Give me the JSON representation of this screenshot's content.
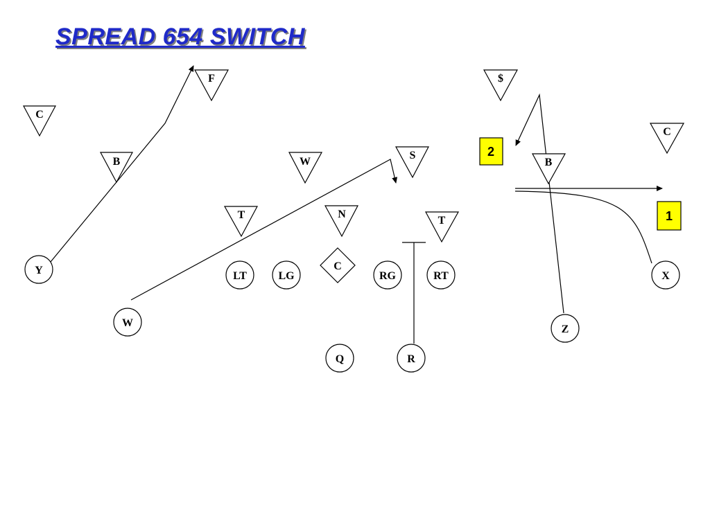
{
  "title": "SPREAD 654 SWITCH",
  "colors": {
    "title": "#1f2ac8",
    "title_shadow": "#808080",
    "callout_fill": "#ffff00",
    "stroke": "#000000"
  },
  "offense": {
    "y": "Y",
    "w": "W",
    "lt": "LT",
    "lg": "LG",
    "c": "C",
    "rg": "RG",
    "rt": "RT",
    "q": "Q",
    "r": "R",
    "x": "X",
    "z": "Z"
  },
  "defense": {
    "c_left": "C",
    "f": "F",
    "b_left": "B",
    "w": "W",
    "s": "S",
    "t_left": "T",
    "n": "N",
    "t_right": "T",
    "dollar": "$",
    "b_right": "B",
    "c_right": "C"
  },
  "callouts": {
    "one": "1",
    "two": "2"
  }
}
